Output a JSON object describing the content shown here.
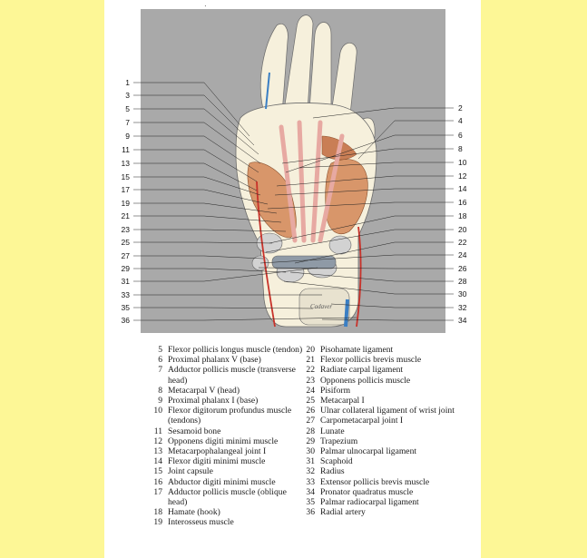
{
  "figure": {
    "left_labels": [
      "1",
      "3",
      "5",
      "7",
      "9",
      "11",
      "13",
      "15",
      "17",
      "19",
      "21",
      "23",
      "25",
      "27",
      "29",
      "31",
      "33",
      "35",
      "36"
    ],
    "right_labels": [
      "2",
      "4",
      "6",
      "8",
      "10",
      "12",
      "14",
      "16",
      "18",
      "20",
      "22",
      "24",
      "26",
      "28",
      "30",
      "32",
      "34"
    ],
    "top_mark": "·",
    "wrist_inscription": "Cadaver"
  },
  "legend": {
    "left_column": [
      {
        "num": "5",
        "text": "Flexor pollicis longus muscle (tendon)"
      },
      {
        "num": "6",
        "text": "Proximal phalanx V (base)"
      },
      {
        "num": "7",
        "text": "Adductor pollicis muscle (transverse head)"
      },
      {
        "num": "8",
        "text": "Metacarpal V (head)"
      },
      {
        "num": "9",
        "text": "Proximal phalanx I (base)"
      },
      {
        "num": "10",
        "text": "Flexor digitorum profundus muscle (tendons)"
      },
      {
        "num": "11",
        "text": "Sesamoid bone"
      },
      {
        "num": "12",
        "text": "Opponens digiti minimi muscle"
      },
      {
        "num": "13",
        "text": "Metacarpophalangeal joint I"
      },
      {
        "num": "14",
        "text": "Flexor digiti minimi muscle"
      },
      {
        "num": "15",
        "text": "Joint capsule"
      },
      {
        "num": "16",
        "text": "Abductor digiti minimi muscle"
      },
      {
        "num": "17",
        "text": "Adductor pollicis muscle (oblique head)"
      },
      {
        "num": "18",
        "text": "Hamate (hook)"
      },
      {
        "num": "19",
        "text": "Interosseus muscle"
      }
    ],
    "right_column": [
      {
        "num": "20",
        "text": "Pisohamate ligament"
      },
      {
        "num": "21",
        "text": "Flexor pollicis brevis muscle"
      },
      {
        "num": "22",
        "text": "Radiate carpal ligament"
      },
      {
        "num": "23",
        "text": "Opponens pollicis muscle"
      },
      {
        "num": "24",
        "text": "Pisiform"
      },
      {
        "num": "25",
        "text": "Metacarpal I"
      },
      {
        "num": "26",
        "text": "Ulnar collateral ligament of wrist joint"
      },
      {
        "num": "27",
        "text": "Carpometacarpal joint I"
      },
      {
        "num": "28",
        "text": "Lunate"
      },
      {
        "num": "29",
        "text": "Trapezium"
      },
      {
        "num": "30",
        "text": "Palmar ulnocarpal ligament"
      },
      {
        "num": "31",
        "text": "Scaphoid"
      },
      {
        "num": "32",
        "text": "Radius"
      },
      {
        "num": "33",
        "text": "Extensor pollicis brevis muscle"
      },
      {
        "num": "34",
        "text": "Pronator quadratus muscle"
      },
      {
        "num": "35",
        "text": "Palmar radiocarpal ligament"
      },
      {
        "num": "36",
        "text": "Radial artery"
      }
    ]
  },
  "colors": {
    "background": "#fdf796",
    "page": "#ffffff",
    "panel": "#a9a9a9",
    "skin": "#f6f0dc",
    "muscle": "#d8966a",
    "tendon": "#e7a9a2",
    "ligament": "#8f9aa6",
    "vessel_red": "#c8322a",
    "vessel_blue": "#3b7fc4"
  }
}
